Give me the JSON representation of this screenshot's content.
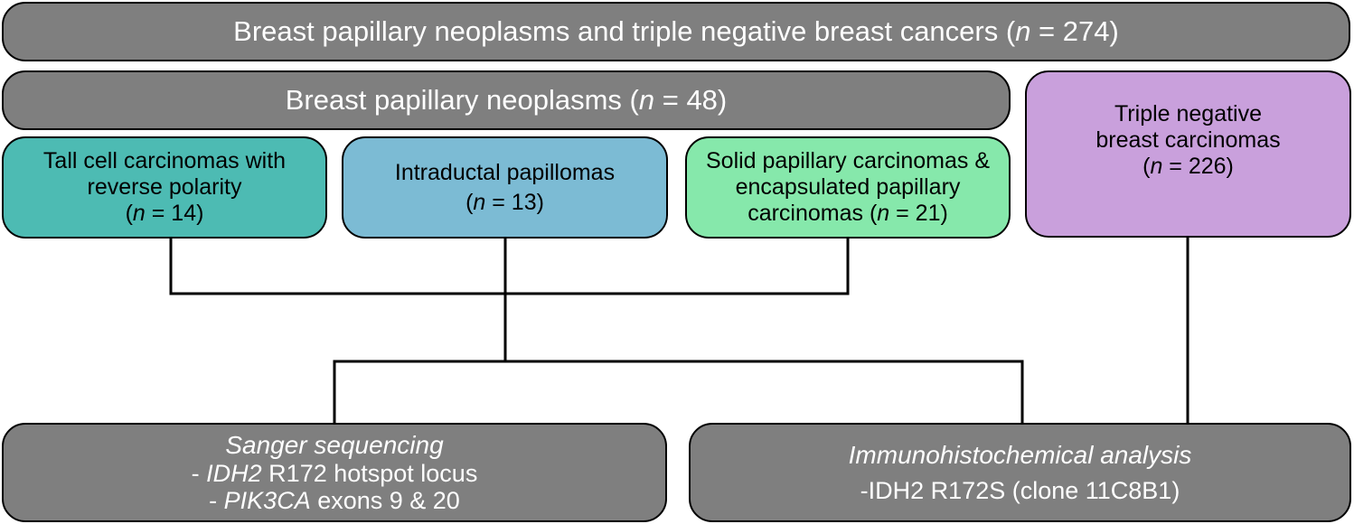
{
  "top": {
    "text": "Breast papillary neoplasms and triple negative breast cancers (",
    "n_symbol": "n",
    "n_value": " = 274)"
  },
  "papillary_header": {
    "text": "Breast papillary neoplasms (",
    "n_symbol": "n",
    "n_value": " = 48)"
  },
  "tall_cell": {
    "line1": "Tall cell carcinomas with",
    "line2": "reverse polarity",
    "n_open": "(",
    "n_symbol": "n",
    "n_value": " = 14)"
  },
  "intraductal": {
    "line1": "Intraductal papillomas",
    "n_open": "(",
    "n_symbol": "n",
    "n_value": " = 13)"
  },
  "solid": {
    "line1": "Solid papillary carcinomas &",
    "line2": "encapsulated papillary",
    "line3": "carcinomas (",
    "n_symbol": "n",
    "n_value": " = 21)"
  },
  "tnbc": {
    "line1": "Triple negative",
    "line2": "breast carcinomas",
    "n_open": "(",
    "n_symbol": "n",
    "n_value": " = 226)"
  },
  "sanger": {
    "title": "Sanger sequencing",
    "item1_prefix": "- ",
    "item1_gene": "IDH2",
    "item1_rest": " R172 hotspot locus",
    "item2_prefix": "- ",
    "item2_gene": "PIK3CA",
    "item2_rest": " exons 9 & 20"
  },
  "ihc": {
    "title": "Immunohistochemical analysis",
    "item1": "-IDH2 R172S (clone 11C8B1)"
  },
  "colors": {
    "gray_box": "#7f7f7f",
    "teal_box": "#4dbbb3",
    "blue_box": "#7cbbd4",
    "green_box": "#86e8ab",
    "purple_box": "#c9a0dc"
  }
}
